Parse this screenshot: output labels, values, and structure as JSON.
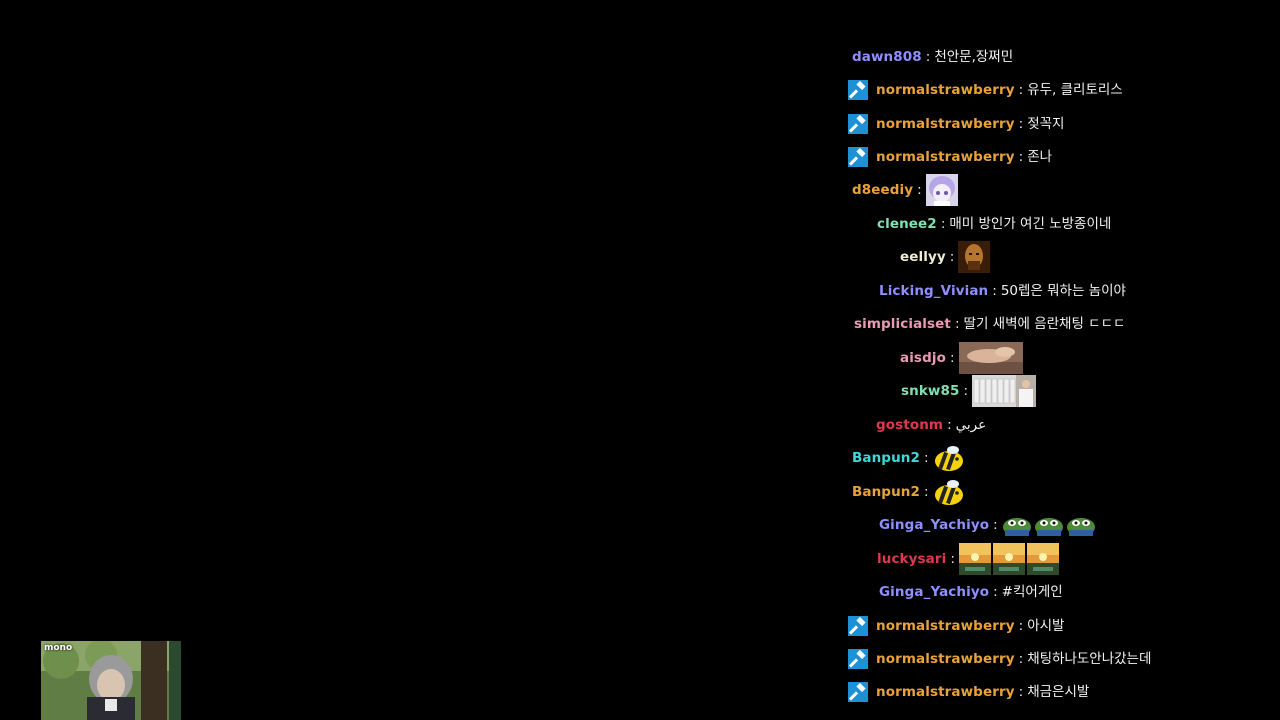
{
  "chat": {
    "messages": [
      {
        "user": "dawn808",
        "color": "#8f8fff",
        "badge": false,
        "text": "천안문,장쩌민",
        "emotes": []
      },
      {
        "user": "normalstrawberry",
        "color": "#e8a23c",
        "badge": true,
        "text": "유두, 클리토리스",
        "emotes": []
      },
      {
        "user": "normalstrawberry",
        "color": "#e8a23c",
        "badge": true,
        "text": "젖꼭지",
        "emotes": []
      },
      {
        "user": "normalstrawberry",
        "color": "#e8a23c",
        "badge": true,
        "text": "존나",
        "emotes": []
      },
      {
        "user": "d8eediy",
        "color": "#e8a23c",
        "badge": false,
        "text": "",
        "emotes": [
          "anime-girl-emote"
        ]
      },
      {
        "user": "clenee2",
        "color": "#7fe0b0",
        "badge": false,
        "text": "매미 방인가 여긴 노방종이네",
        "emotes": []
      },
      {
        "user": "eellyy",
        "color": "#f0ecd2",
        "badge": false,
        "text": "",
        "emotes": [
          "portrait-man-emote"
        ]
      },
      {
        "user": "Licking_Vivian",
        "color": "#8f8fff",
        "badge": false,
        "text": "50렙은 뭐하는 놈이야",
        "emotes": []
      },
      {
        "user": "simplicialset",
        "color": "#e99ab5",
        "badge": false,
        "text": "딸기 새벽에 음란채팅 ㄷㄷㄷ",
        "emotes": []
      },
      {
        "user": "aisdjo",
        "color": "#e99ab5",
        "badge": false,
        "text": "",
        "emotes": [
          "hand-emote"
        ]
      },
      {
        "user": "snkw85",
        "color": "#7fe0b0",
        "badge": false,
        "text": "",
        "emotes": [
          "room-scene-emote"
        ]
      },
      {
        "user": "gostonm",
        "color": "#e0374f",
        "badge": false,
        "text": "عربي",
        "emotes": []
      },
      {
        "user": "Banpun2",
        "color": "#3fd8d8",
        "badge": false,
        "text": "",
        "emotes": [
          "bee-emote"
        ]
      },
      {
        "user": "Banpun2",
        "color": "#e8a23c",
        "badge": false,
        "text": "",
        "emotes": [
          "bee-emote"
        ]
      },
      {
        "user": "Ginga_Yachiyo",
        "color": "#8f8fff",
        "badge": false,
        "text": "",
        "emotes": [
          "pepe-emote",
          "pepe-emote",
          "pepe-emote"
        ]
      },
      {
        "user": "luckysari",
        "color": "#e0374f",
        "badge": false,
        "text": "",
        "emotes": [
          "sunset-emote",
          "sunset-emote",
          "sunset-emote"
        ]
      },
      {
        "user": "Ginga_Yachiyo",
        "color": "#8f8fff",
        "badge": false,
        "text": "#킥어게인",
        "emotes": []
      },
      {
        "user": "normalstrawberry",
        "color": "#e8a23c",
        "badge": true,
        "text": "아시발",
        "emotes": []
      },
      {
        "user": "normalstrawberry",
        "color": "#e8a23c",
        "badge": true,
        "text": "채팅하나도안나갔는데",
        "emotes": []
      },
      {
        "user": "normalstrawberry",
        "color": "#e8a23c",
        "badge": true,
        "text": "채금은시발",
        "emotes": []
      }
    ],
    "separator": ":",
    "badge_icon": "moderator-hammer-icon",
    "badge_color": "#1e90d6"
  },
  "mini_player": {
    "logo_text": "mono"
  }
}
